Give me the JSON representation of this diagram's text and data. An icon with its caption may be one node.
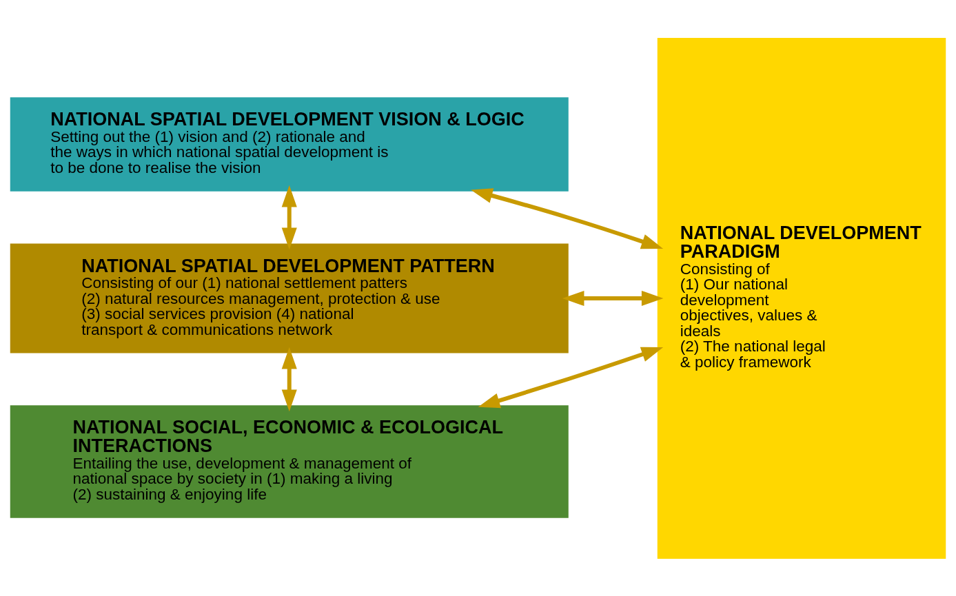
{
  "diagram": {
    "nodes": [
      {
        "text": [
          "NATIONAL SPATIAL DEVELOPMENT VISION & LOGIC",
          "Setting out the (1) vision and (2) rationale and the ways in which national spatial development is to be done to realise the vision"
        ]
      },
      {
        "text": [
          "NATIONAL SPATIAL DEVELOPMENT PATTERN",
          "Consisting of our (1) national settlement patters (2) natural resources management, protection & use (3) social services provision (4) national transport & communications network"
        ]
      },
      {
        "text": [
          "NATIONAL SOCIAL, ECONOMIC & ECOLOGICAL INTERACTIONS",
          "Entailing the use, development & management of national space by society in (1) making a living (2) sustaining & enjoying life"
        ]
      },
      {
        "text": [
          "NATIONAL DEVELOPMENT PARADIGM",
          "Consisting of",
          "(1) Our national development objectives, values & ideals",
          "(2) The national legal & policy framework"
        ]
      }
    ],
    "edges": [
      {
        "from": 0,
        "to": 1,
        "arrow": "both"
      },
      {
        "from": 1,
        "to": 2,
        "arrow": "both"
      },
      {
        "from": 0,
        "to": 3,
        "arrow": "both"
      },
      {
        "from": 1,
        "to": 3,
        "arrow": "both"
      },
      {
        "from": 2,
        "to": 3,
        "arrow": "both"
      }
    ]
  }
}
